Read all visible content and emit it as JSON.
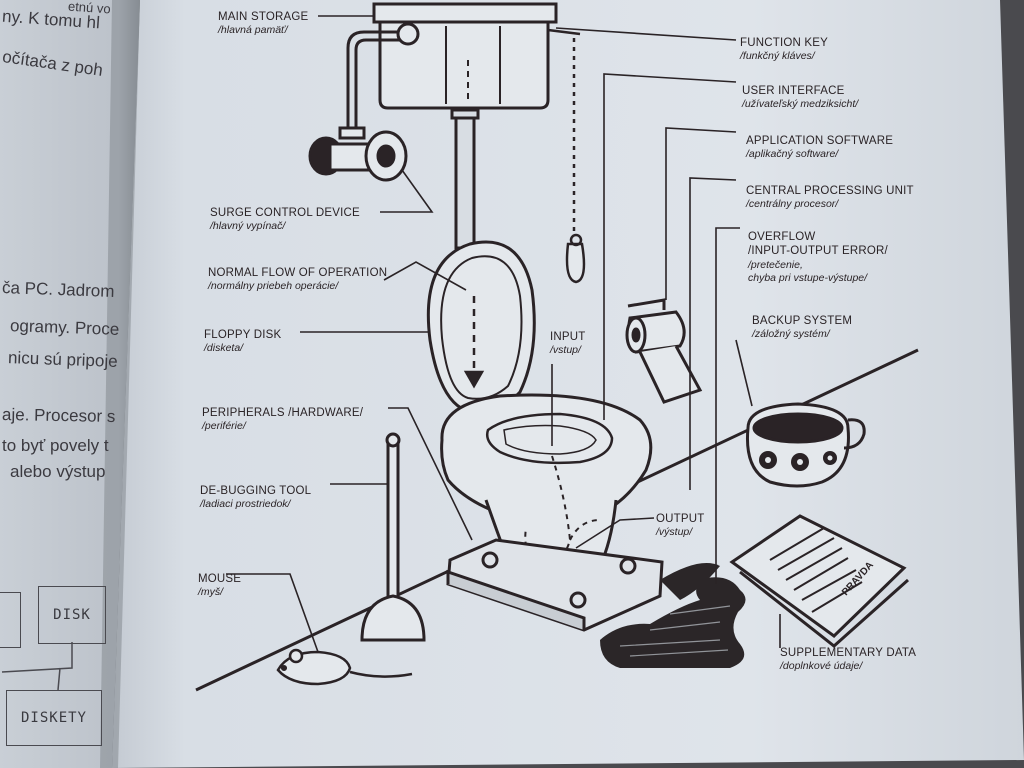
{
  "labels": {
    "main_storage": {
      "en": "MAIN STORAGE",
      "sk": "/hlavná pamäť/"
    },
    "function_key": {
      "en": "FUNCTION KEY",
      "sk": "/funkčný kláves/"
    },
    "user_interface": {
      "en": "USER INTERFACE",
      "sk": "/užívateľský medziksicht/"
    },
    "application_software": {
      "en": "APPLICATION SOFTWARE",
      "sk": "/aplikačný software/"
    },
    "cpu": {
      "en": "CENTRAL PROCESSING UNIT",
      "sk": "/centrálny procesor/"
    },
    "overflow": {
      "en": "OVERFLOW",
      "en2": "/INPUT-OUTPUT ERROR/",
      "sk": "/pretečenie,",
      "sk2": "chyba pri vstupe-výstupe/"
    },
    "backup_system": {
      "en": "BACKUP SYSTEM",
      "sk": "/záložný systém/"
    },
    "surge_control": {
      "en": "SURGE CONTROL DEVICE",
      "sk": "/hlavný vypínač/"
    },
    "normal_flow": {
      "en": "NORMAL FLOW OF OPERATION",
      "sk": "/normálny priebeh operácie/"
    },
    "floppy_disk": {
      "en": "FLOPPY DISK",
      "sk": "/disketa/"
    },
    "input": {
      "en": "INPUT",
      "sk": "/vstup/"
    },
    "peripherals": {
      "en": "PERIPHERALS /HARDWARE/",
      "sk": "/periférie/"
    },
    "debugging_tool": {
      "en": "DE-BUGGING TOOL",
      "sk": "/ladiaci prostriedok/"
    },
    "output": {
      "en": "OUTPUT",
      "sk": "/výstup/"
    },
    "mouse": {
      "en": "MOUSE",
      "sk": "/myš/"
    },
    "supplementary_data": {
      "en": "SUPPLEMENTARY DATA",
      "sk": "/doplnkové údaje/"
    }
  },
  "left_page": {
    "lines": [
      "etnú vo",
      "ny. K tomu hl",
      "očítača z poh",
      "ča PC. Jadrom",
      "ogramy. Proce",
      "nicu sú pripoje",
      "aje. Procesor s",
      "to byť povely t",
      "alebo výstup"
    ],
    "boxes": [
      "DISK",
      "DISKETY"
    ]
  },
  "newspaper_word": "PRAVDA",
  "colors": {
    "paper": "#d6dde4",
    "ink": "#2a2326",
    "spill": "#2b2628"
  }
}
